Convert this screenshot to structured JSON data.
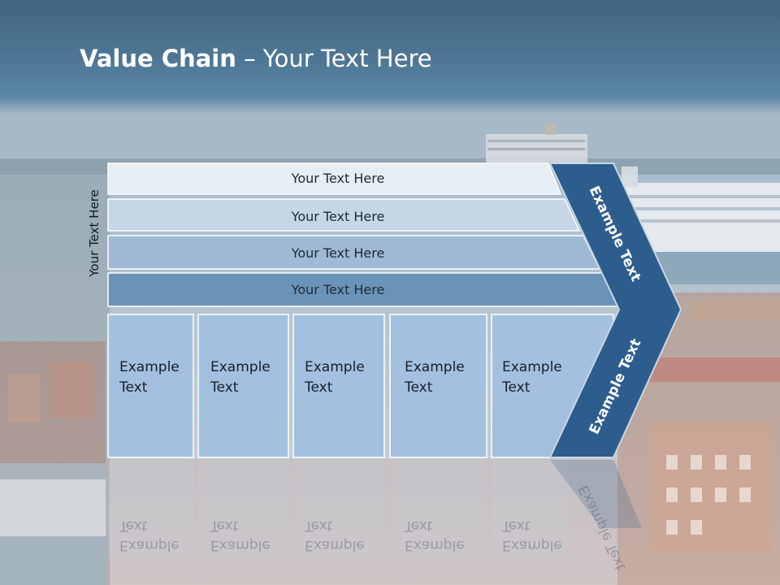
{
  "title": {
    "bold": "Value Chain",
    "rest": " – Your Text Here"
  },
  "side_label": "Your Text Here",
  "bars": [
    {
      "label": "Your Text Here",
      "color": "#e6edf4"
    },
    {
      "label": "Your Text Here",
      "color": "#c6d6e6"
    },
    {
      "label": "Your Text Here",
      "color": "#9fbad3"
    },
    {
      "label": "Your Text Here",
      "color": "#6b93b9"
    }
  ],
  "cells": [
    {
      "line1": "Example",
      "line2": "Text"
    },
    {
      "line1": "Example",
      "line2": "Text"
    },
    {
      "line1": "Example",
      "line2": "Text"
    },
    {
      "line1": "Example",
      "line2": "Text"
    },
    {
      "line1": "Example",
      "line2": "Text"
    }
  ],
  "chevron": {
    "upper_label": "Example Text",
    "lower_label": "Example Text",
    "color": "#2c5d8d"
  },
  "colors": {
    "cell": "#a3c0df",
    "header": "#4f7896"
  }
}
